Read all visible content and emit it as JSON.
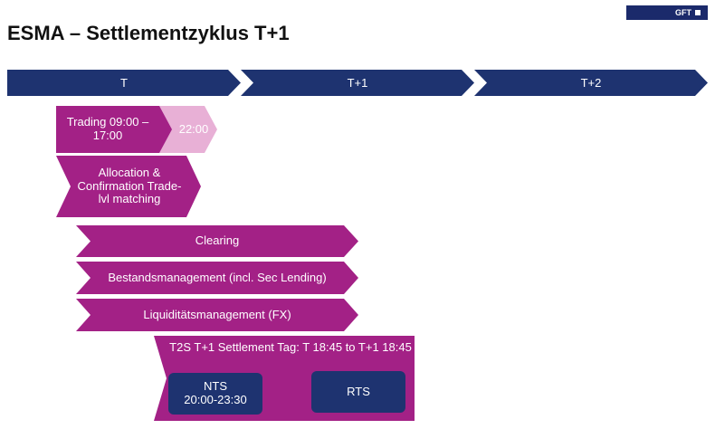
{
  "header": {
    "title": "ESMA – Settlementzyklus T+1",
    "logo": "GFT"
  },
  "timeline": [
    "T",
    "T+1",
    "T+2"
  ],
  "blocks": {
    "trading": "Trading 09:00 – 17:00",
    "trading_extension": "22:00",
    "allocation": "Allocation & Confirmation Trade-lvl matching",
    "clearing": "Clearing",
    "bestand": "Bestandsmanagement (incl. Sec Lending)",
    "liquiditaet": "Liquiditätsmanagement (FX)",
    "t2s": "T2S T+1 Settlement Tag: T 18:45 to T+1 18:45",
    "nts_label": "NTS",
    "nts_time": "20:00-23:30",
    "rts": "RTS"
  },
  "colors": {
    "navy": "#1e3370",
    "magenta": "#a32186",
    "light_pink": "#e8b0d6",
    "logo_bg": "#1b2a6b"
  }
}
